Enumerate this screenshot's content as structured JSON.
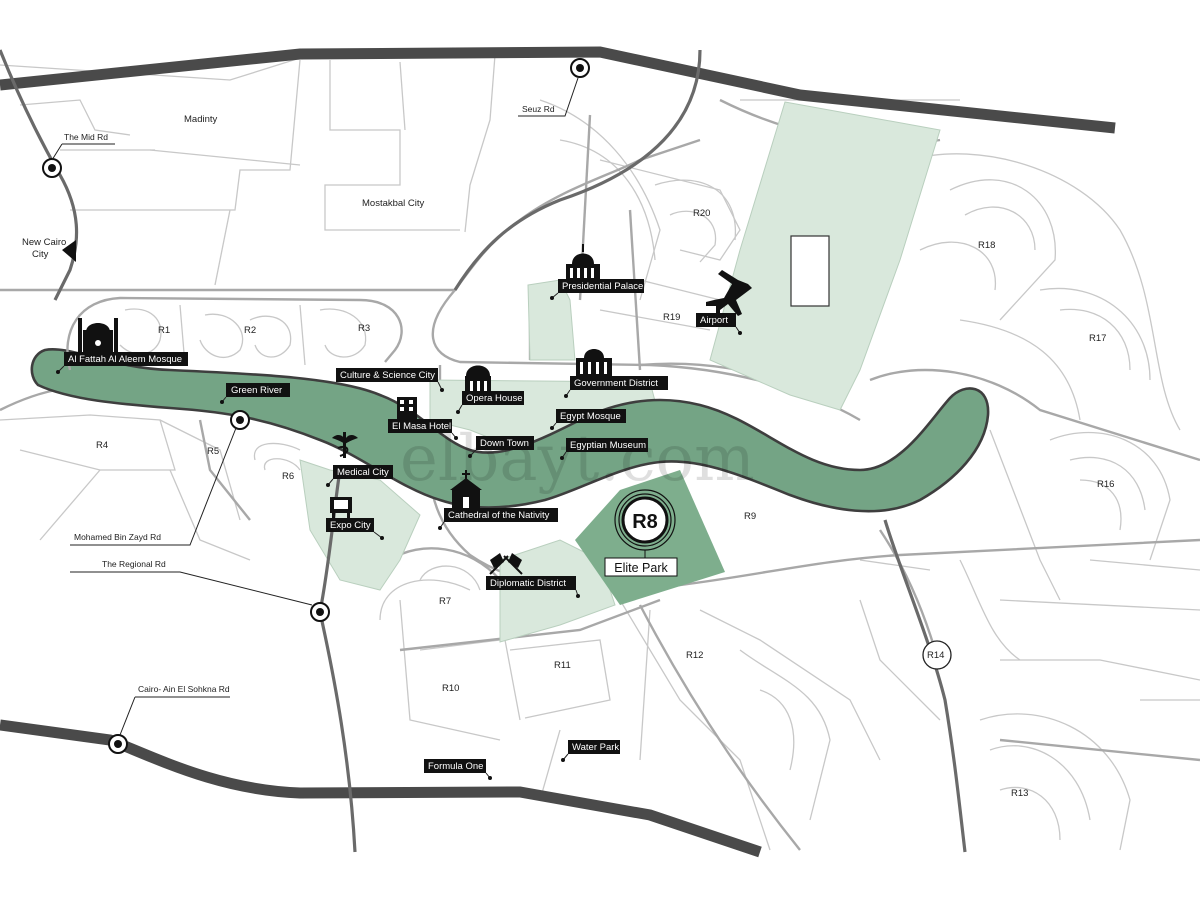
{
  "watermark": "elbayt.com",
  "places": {
    "madinty": "Madinty",
    "mostakbal": "Mostakbal City",
    "new_cairo_line1": "New Cairo",
    "new_cairo_line2": "City"
  },
  "roads": {
    "mid_rd": "The Mid Rd",
    "seuz_rd": "Seuz Rd",
    "mbz_rd": "Mohamed Bin Zayd Rd",
    "regional_rd": "The Regional Rd",
    "sokhna_rd": "Cairo- Ain El Sohkna Rd"
  },
  "districts": [
    "R1",
    "R2",
    "R3",
    "R4",
    "R5",
    "R6",
    "R7",
    "R9",
    "R10",
    "R11",
    "R12",
    "R13",
    "R14",
    "R16",
    "R17",
    "R18",
    "R19",
    "R20"
  ],
  "landmarks": {
    "mosque": "Al Fattah Al Aleem Mosque",
    "green_river": "Green River",
    "culture": "Culture & Science City",
    "opera": "Opera House",
    "el_masa": "El Masa Hotel",
    "down_town": "Down Town",
    "medical": "Medical City",
    "expo": "Expo City",
    "cathedral": "Cathedral of the Nativity",
    "diplomatic": "Diplomatic District",
    "presidential": "Presidential Palace",
    "government": "Government District",
    "egypt_mosque": "Egypt Mosque",
    "museum": "Egyptian Museum",
    "airport": "Airport",
    "formula_one": "Formula One",
    "water_park": "Water Park"
  },
  "project": {
    "badge": "R8",
    "name": "Elite Park"
  },
  "colors": {
    "river": "#74a485",
    "park": "#d9e8dc",
    "elite_park": "#7eae8d",
    "highway": "#4a4a4a",
    "tag_bg": "#111111"
  }
}
